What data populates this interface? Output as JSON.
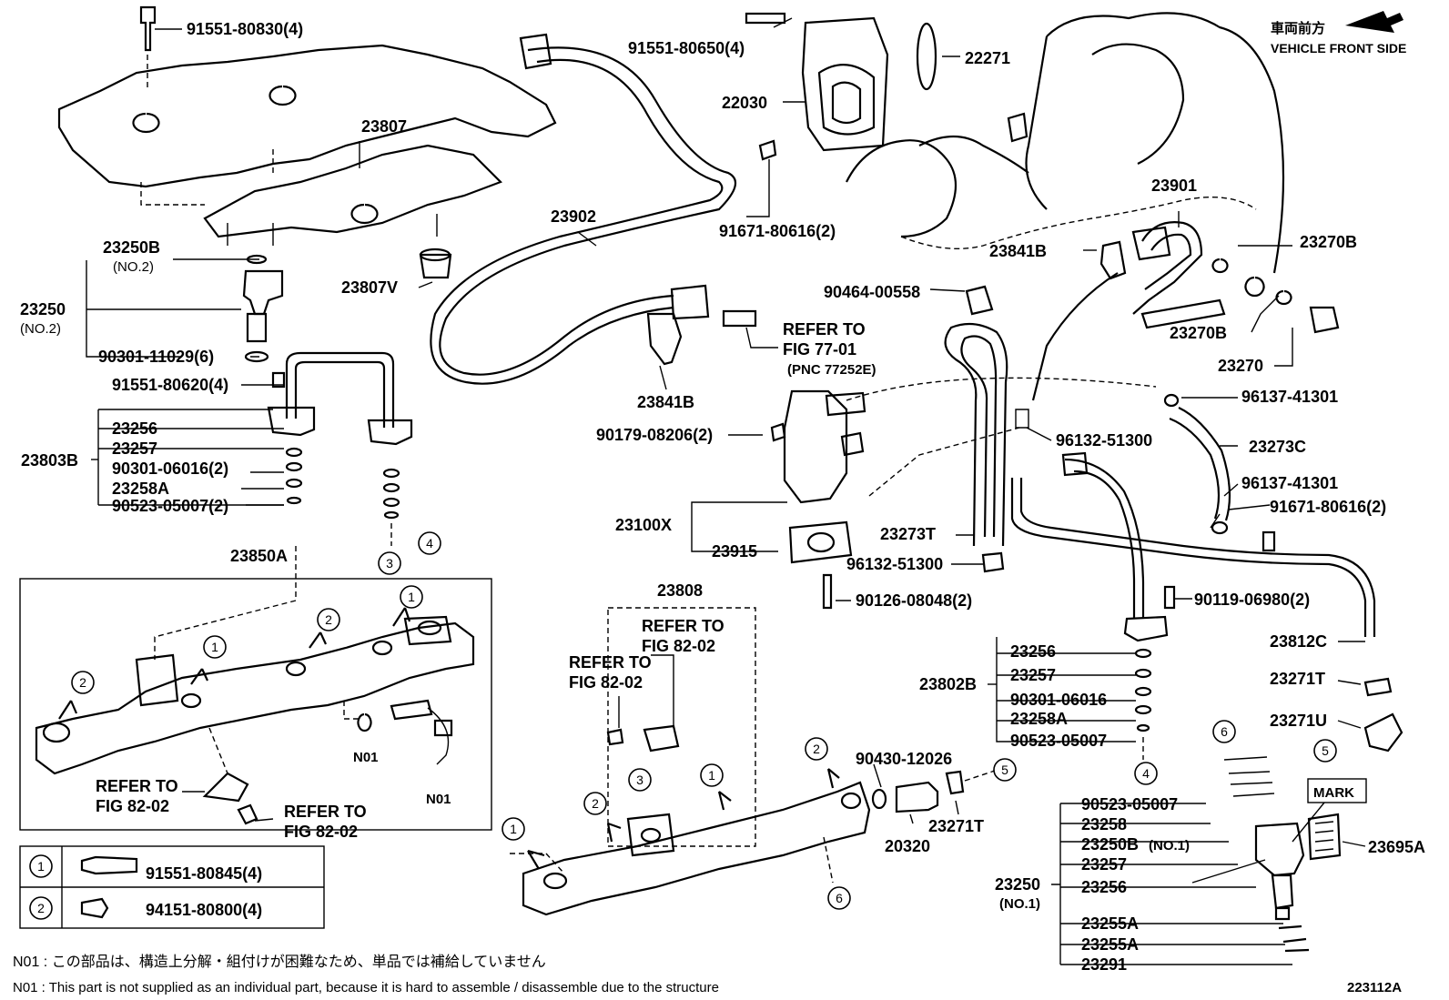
{
  "header": {
    "front_jp": "車両前方",
    "front_en": "VEHICLE FRONT SIDE"
  },
  "labels": {
    "l1": "91551-80830(4)",
    "l2": "23807",
    "l3": "23250B",
    "l4": "(NO.2)",
    "l5": "23250",
    "l6": "(NO.2)",
    "l7": "90301-11029(6)",
    "l8": "23807V",
    "l9": "91551-80620(4)",
    "l10": "23256",
    "l11": "23257",
    "l12": "23803B",
    "l13": "90301-06016(2)",
    "l14": "23258A",
    "l15": "90523-05007(2)",
    "l16": "23850A",
    "l17": "91551-80650(4)",
    "l18": "22030",
    "l19": "22271",
    "l20": "23902",
    "l21": "91671-80616(2)",
    "l22": "REFER TO",
    "l23": "FIG 77-01",
    "l24": "(PNC 77252E)",
    "l25": "23841B",
    "l26": "90179-08206(2)",
    "l27": "23100X",
    "l28": "23915",
    "l29": "90464-00558",
    "l30": "23841B",
    "l31": "23901",
    "l32": "23270B",
    "l33": "23270B",
    "l34": "23270",
    "l35": "96137-41301",
    "l36": "96132-51300",
    "l37": "23273C",
    "l38": "96137-41301",
    "l39": "91671-80616(2)",
    "l40": "23273T",
    "l41": "96132-51300",
    "l42": "90126-08048(2)",
    "l43": "90119-06980(2)",
    "l44": "23812C",
    "l45": "23808",
    "l46": "REFER TO",
    "l47": "FIG 82-02",
    "l48": "REFER TO",
    "l49": "FIG 82-02",
    "l50": "23256",
    "l51": "23257",
    "l52": "23802B",
    "l53": "90301-06016",
    "l54": "23258A",
    "l55": "90523-05007",
    "l56": "23271T",
    "l57": "23271U",
    "l58": "90430-12026",
    "l59": "20320",
    "l60": "23271T",
    "l61": "90523-05007",
    "l62": "23258",
    "l63": "23250B",
    "l64": "(NO.1)",
    "l65": "23257",
    "l66": "23256",
    "l67": "23250",
    "l68": "(NO.1)",
    "l69": "23255A",
    "l70": "23255A",
    "l71": "23291",
    "l72": "MARK",
    "l73": "23695A",
    "l74": "REFER TO",
    "l75": "FIG 82-02",
    "l76": "REFER TO",
    "l77": "FIG 82-02",
    "l78": "N01",
    "l79": "N01"
  },
  "legend": {
    "row1_num": "1",
    "row1_part": "91551-80845(4)",
    "row2_num": "2",
    "row2_part": "94151-80800(4)"
  },
  "callouts": {
    "c1": "1",
    "c2": "2",
    "c3": "3",
    "c4": "4",
    "c5": "5",
    "c6": "6"
  },
  "notes": {
    "jp": "N01 : この部品は、構造上分解・組付けが困難なため、単品では補給していません",
    "en": "N01 : This part is not supplied as an individual part, because it is hard to assemble / disassemble due to the structure"
  },
  "footer": {
    "fig_id": "223112A"
  }
}
